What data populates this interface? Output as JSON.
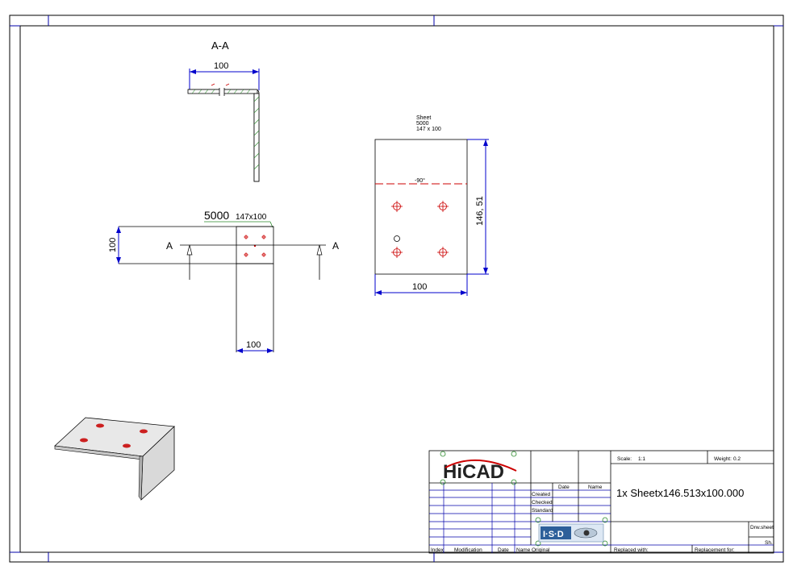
{
  "section": {
    "title": "A-A",
    "dim_width": "100"
  },
  "plan": {
    "part_number": "5000",
    "part_size": "147x100",
    "dim_height": "100",
    "dim_width": "100",
    "cut_label_left": "A",
    "cut_label_right": "A"
  },
  "unfolded": {
    "label_line1": "Sheet",
    "label_line2": "5000",
    "label_line3": "147 x 100",
    "bend_label": "-90°",
    "dim_height": "146, 51",
    "dim_width": "100"
  },
  "title_block": {
    "logo": "HiCAD",
    "isd_logo": "I·S·D",
    "scale_label": "Scale:",
    "scale_value": "1:1",
    "weight_label": "Weight:",
    "weight_value": "0.2",
    "date_header": "Date",
    "name_header": "Name",
    "row_created": "Created",
    "row_checked": "Checked",
    "row_standard": "Standard",
    "description": "1x Sheetx146.513x100.000",
    "drw_sheet_label": "Drw.sheet",
    "sh_label": "Sh.",
    "col_index": "Index",
    "col_modification": "Modification",
    "col_date": "Date",
    "col_name": "Name",
    "col_original": "Original",
    "replaced_with": "Replaced with:",
    "replacement_for": "Replacement for:"
  }
}
